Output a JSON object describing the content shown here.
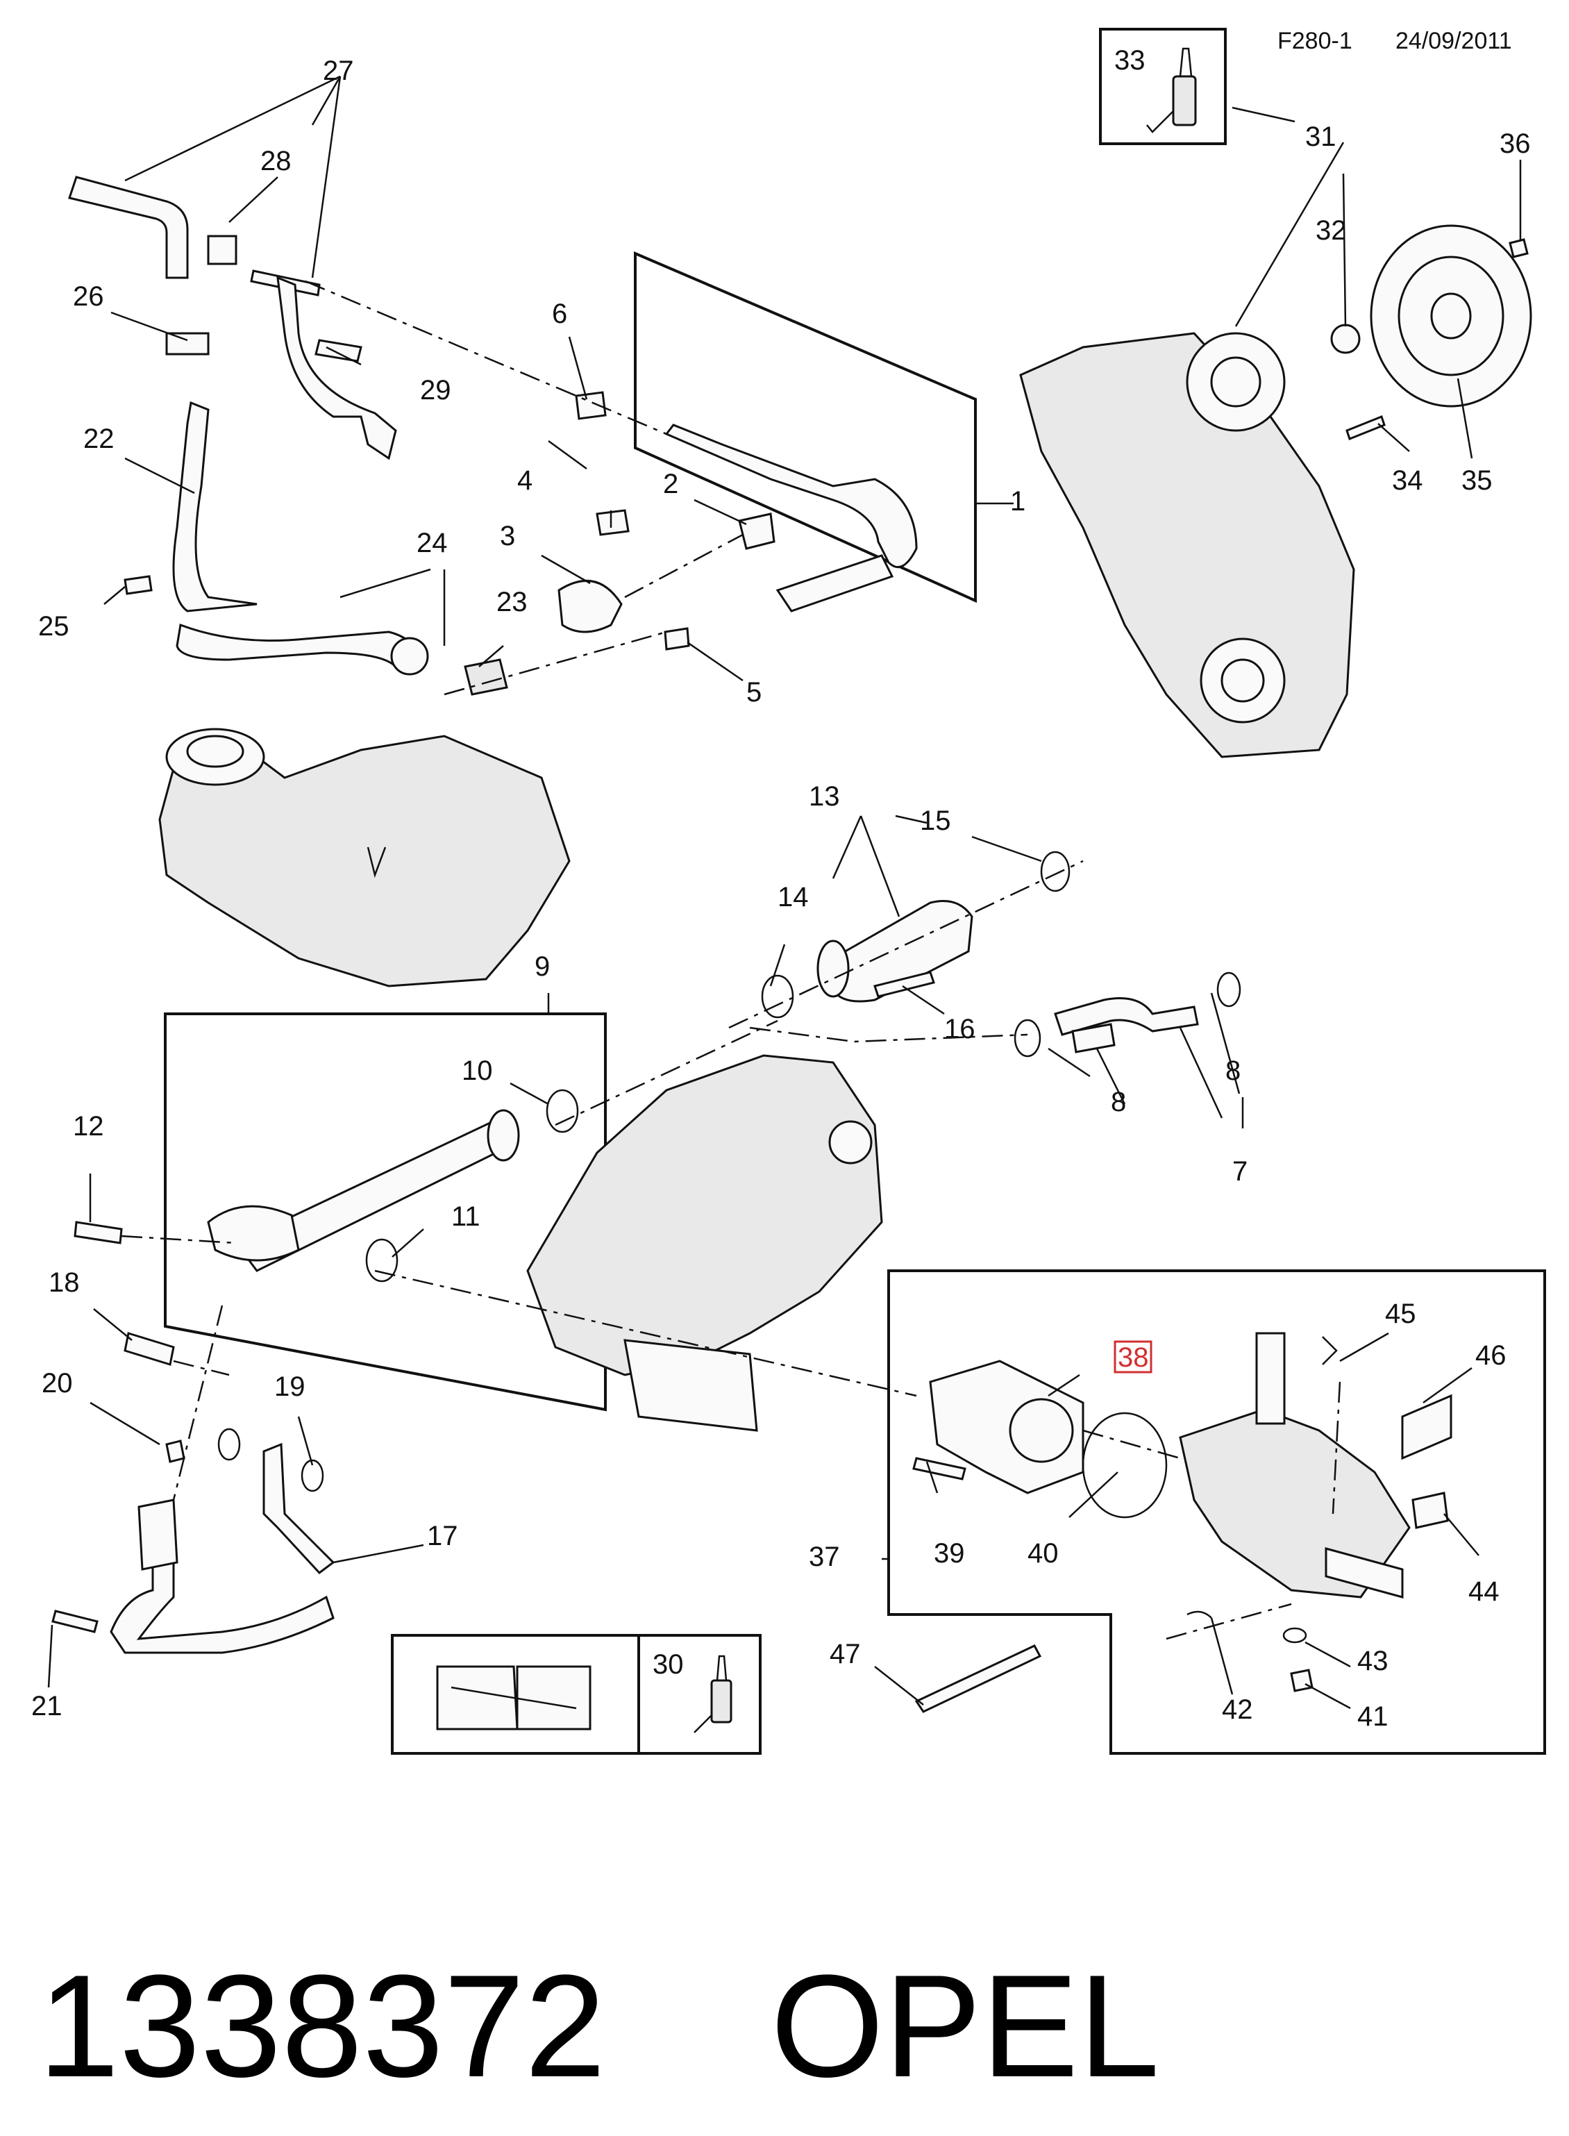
{
  "header": {
    "drawing_code": "F280-1",
    "date": "24/09/2011"
  },
  "callouts": {
    "c1": "1",
    "c2": "2",
    "c3": "3",
    "c4": "4",
    "c5": "5",
    "c6": "6",
    "c7": "7",
    "c8a": "8",
    "c8b": "8",
    "c9": "9",
    "c10": "10",
    "c11": "11",
    "c12": "12",
    "c13": "13",
    "c14": "14",
    "c15": "15",
    "c16": "16",
    "c17": "17",
    "c18": "18",
    "c19": "19",
    "c20": "20",
    "c21": "21",
    "c22": "22",
    "c23": "23",
    "c24": "24",
    "c25": "25",
    "c26": "26",
    "c27": "27",
    "c28": "28",
    "c29": "29",
    "c30": "30",
    "c31": "31",
    "c32": "32",
    "c33": "33",
    "c34": "34",
    "c35": "35",
    "c36": "36",
    "c37": "37",
    "c38": "38",
    "c39": "39",
    "c40": "40",
    "c41": "41",
    "c42": "42",
    "c43": "43",
    "c44": "44",
    "c45": "45",
    "c46": "46",
    "c47": "47"
  },
  "highlight": {
    "part": "38",
    "color": "#d03030"
  },
  "footer": {
    "part_number": "1338372",
    "brand": "OPEL"
  }
}
